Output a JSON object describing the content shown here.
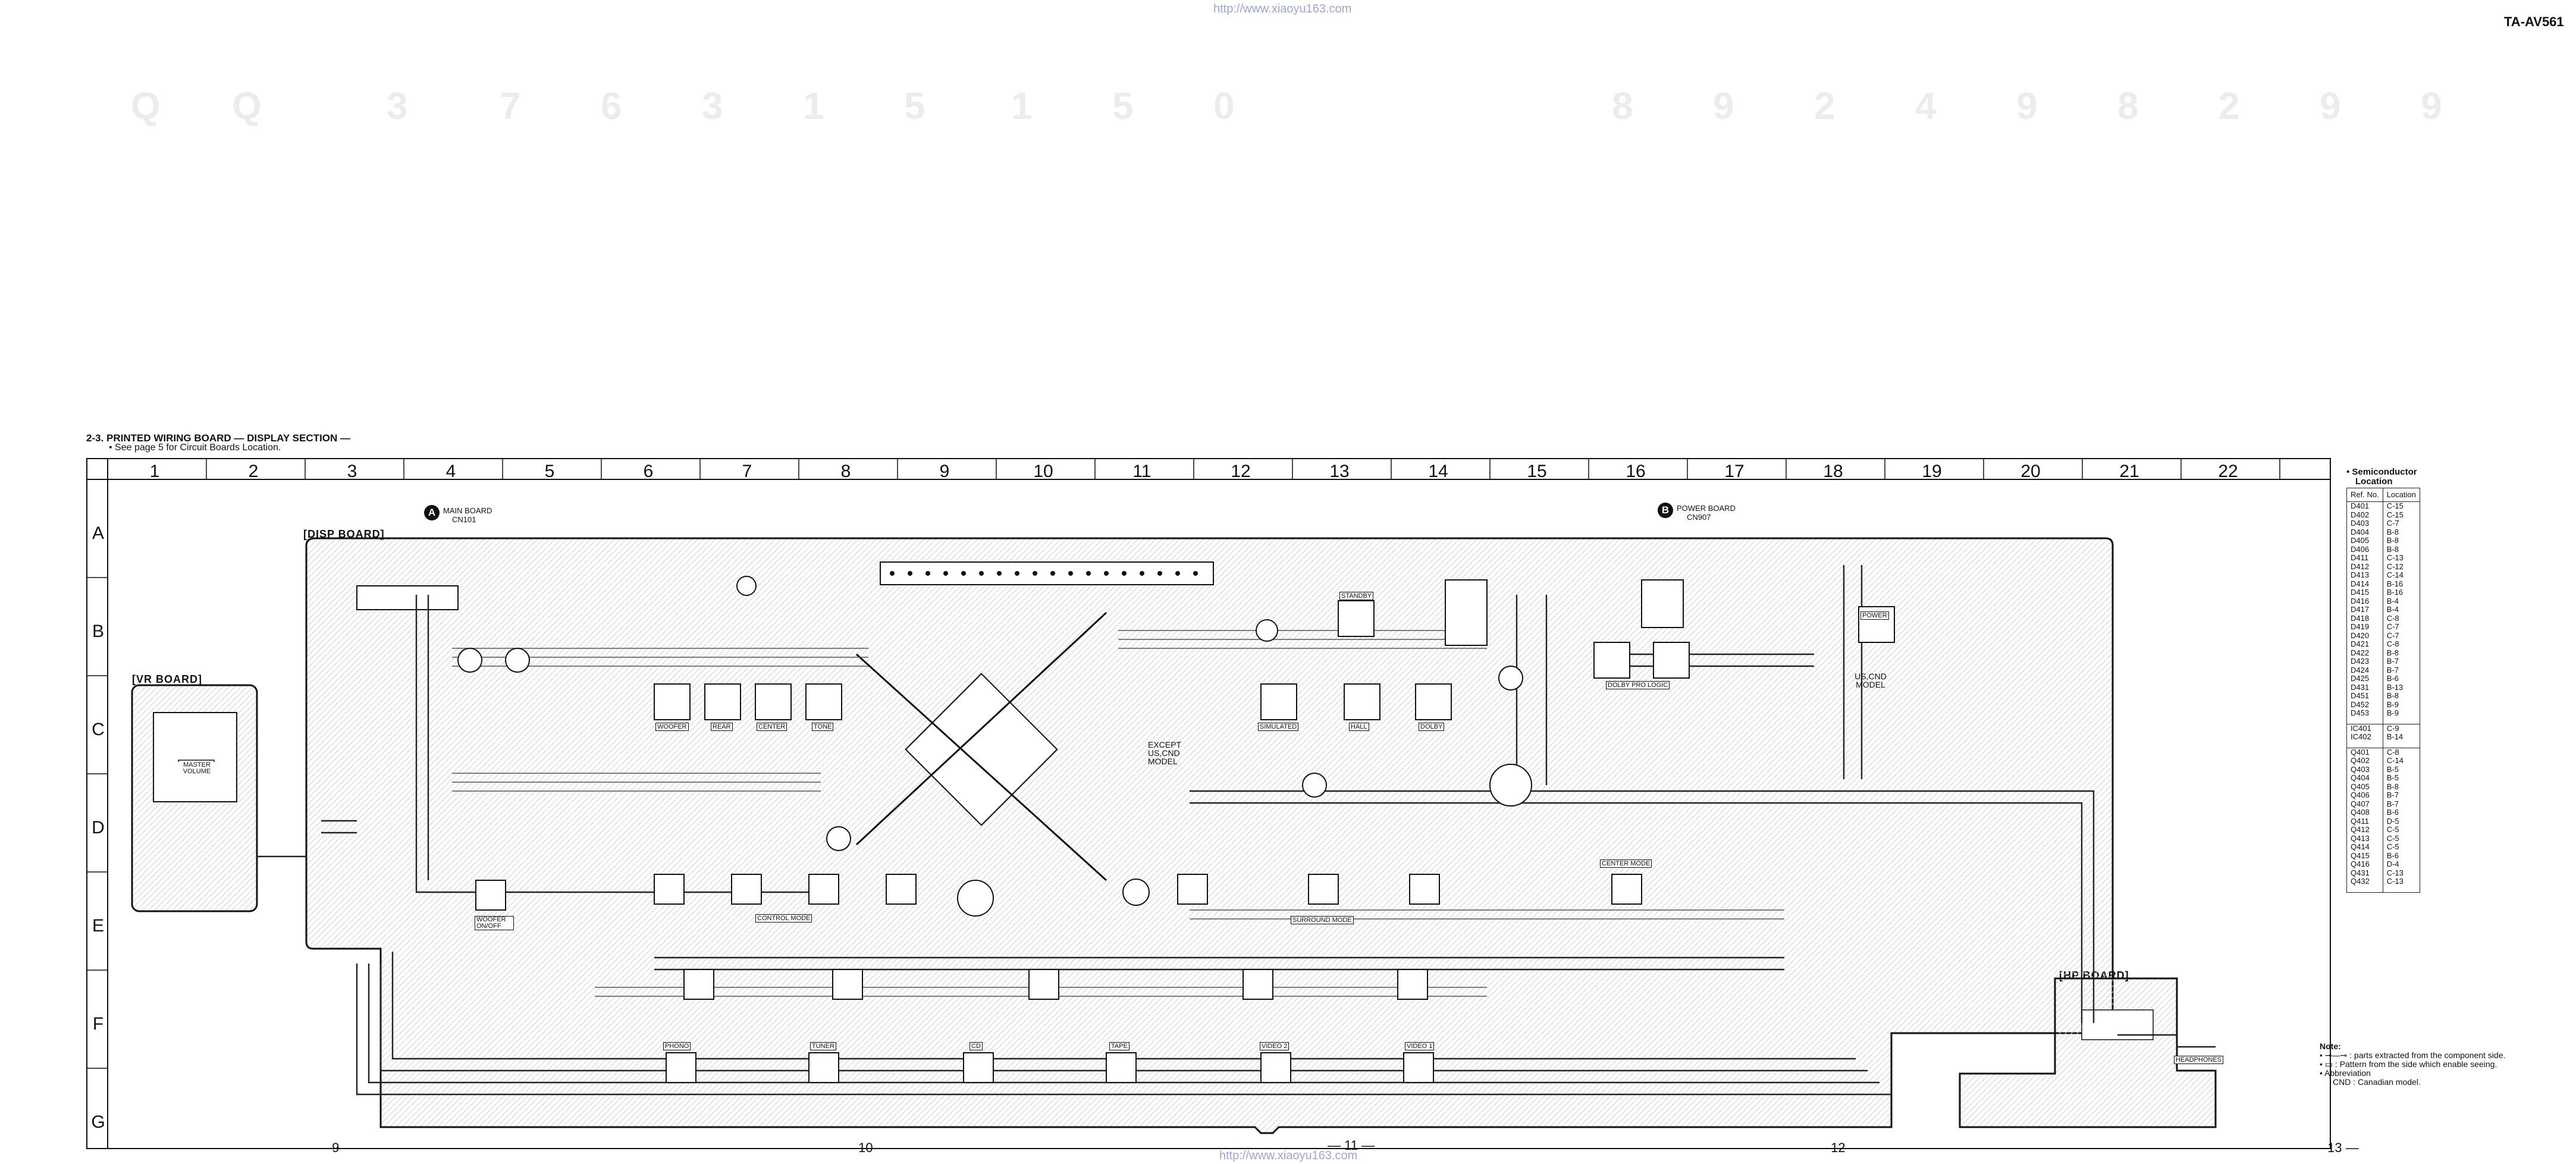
{
  "watermark_url": "http://www.xiaoyu163.com",
  "model": "TA-AV561",
  "header": {
    "title": "2-3.  PRINTED  WIRING  BOARD — DISPLAY SECTION —",
    "subtitle": "• See page 5 for Circuit Boards Location."
  },
  "grid": {
    "columns": [
      "1",
      "2",
      "3",
      "4",
      "5",
      "6",
      "7",
      "8",
      "9",
      "10",
      "11",
      "12",
      "13",
      "14",
      "15",
      "16",
      "17",
      "18",
      "19",
      "20",
      "21",
      "22"
    ],
    "rows": [
      "A",
      "B",
      "C",
      "D",
      "E",
      "F",
      "G"
    ]
  },
  "boards": {
    "disp": "[DISP BOARD]",
    "vr": "[VR BOARD]",
    "hp": "[HP BOARD]"
  },
  "connectors": {
    "a_letter": "A",
    "a_line1": "MAIN BOARD",
    "a_line2": "CN101",
    "b_letter": "B",
    "b_line1": "POWER BOARD",
    "b_line2": "CN907"
  },
  "switch_labels": [
    "WOOFER",
    "REAR",
    "CENTER",
    "TONE",
    "SIMULATED",
    "HALL",
    "DOLBY",
    "DOLBY PRO LOGIC",
    "STANDBY",
    "POWER",
    "EXCEPT US,CND MODEL",
    "US,CND MODEL",
    "CONTROL MODE",
    "SURROUND MODE",
    "CENTER MODE",
    "MASTER VOLUME",
    "WOOFER ON/OFF",
    "TUNER",
    "CD",
    "TAPE",
    "VIDEO 1",
    "VIDEO 2",
    "PHONO",
    "HEADPHONES"
  ],
  "page_numbers": [
    "— 9 —",
    "— 10 —",
    "— 11 —",
    "— 12 —",
    "— 13 —"
  ],
  "semiconductor": {
    "title_line1": "• Semiconductor",
    "title_line2": "Location",
    "col_ref": "Ref. No.",
    "col_loc": "Location",
    "group1": [
      [
        "D401",
        "C-15"
      ],
      [
        "D402",
        "C-15"
      ],
      [
        "D403",
        "C-7"
      ],
      [
        "D404",
        "B-8"
      ],
      [
        "D405",
        "B-8"
      ],
      [
        "D406",
        "B-8"
      ],
      [
        "D411",
        "C-13"
      ],
      [
        "D412",
        "C-12"
      ],
      [
        "D413",
        "C-14"
      ],
      [
        "D414",
        "B-16"
      ],
      [
        "D415",
        "B-16"
      ],
      [
        "D416",
        "B-4"
      ],
      [
        "D417",
        "B-4"
      ],
      [
        "D418",
        "C-8"
      ],
      [
        "D419",
        "C-7"
      ],
      [
        "D420",
        "C-7"
      ],
      [
        "D421",
        "C-8"
      ],
      [
        "D422",
        "B-8"
      ],
      [
        "D423",
        "B-7"
      ],
      [
        "D424",
        "B-7"
      ],
      [
        "D425",
        "B-6"
      ],
      [
        "D431",
        "B-13"
      ],
      [
        "D451",
        "B-8"
      ],
      [
        "D452",
        "B-9"
      ],
      [
        "D453",
        "B-9"
      ]
    ],
    "group2": [
      [
        "IC401",
        "C-9"
      ],
      [
        "IC402",
        "B-14"
      ]
    ],
    "group3": [
      [
        "Q401",
        "C-8"
      ],
      [
        "Q402",
        "C-14"
      ],
      [
        "Q403",
        "B-5"
      ],
      [
        "Q404",
        "B-5"
      ],
      [
        "Q405",
        "B-8"
      ],
      [
        "Q406",
        "B-7"
      ],
      [
        "Q407",
        "B-7"
      ],
      [
        "Q408",
        "B-6"
      ],
      [
        "Q411",
        "D-5"
      ],
      [
        "Q412",
        "C-5"
      ],
      [
        "Q413",
        "C-5"
      ],
      [
        "Q414",
        "C-5"
      ],
      [
        "Q415",
        "B-6"
      ],
      [
        "Q416",
        "D-4"
      ],
      [
        "Q431",
        "C-13"
      ],
      [
        "Q432",
        "C-13"
      ]
    ]
  },
  "notes": {
    "title": "Note:",
    "line1": "•  ⊸—⊸  : parts extracted from the component side.",
    "line2": "•  ▭  : Pattern from the side which enable seeing.",
    "line3": "•  Abbreviation",
    "line4": "CND : Canadian model."
  },
  "colors": {
    "ink": "#111111",
    "watermark": "#9aa6d8",
    "ghost": "#e9e9e9"
  }
}
